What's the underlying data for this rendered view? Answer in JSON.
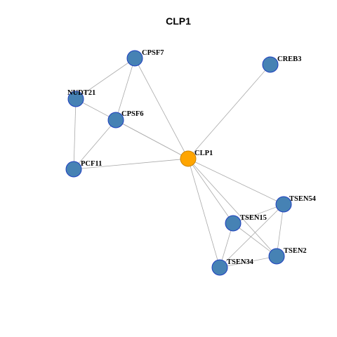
{
  "title": "CLP1",
  "colors": {
    "hub_fill": "#FFA500",
    "hub_stroke": "#CC8400",
    "node_fill": "#4682B4",
    "node_stroke": "#1E3FBF",
    "edge": "#A9A9A9"
  },
  "nodes": [
    {
      "id": "CLP1",
      "label": "CLP1",
      "hub": true
    },
    {
      "id": "CPSF7",
      "label": "CPSF7"
    },
    {
      "id": "CREB3",
      "label": "CREB3"
    },
    {
      "id": "NUDT21",
      "label": "NUDT21"
    },
    {
      "id": "CPSF6",
      "label": "CPSF6"
    },
    {
      "id": "PCF11",
      "label": "PCF11"
    },
    {
      "id": "TSEN54",
      "label": "TSEN54"
    },
    {
      "id": "TSEN15",
      "label": "TSEN15"
    },
    {
      "id": "TSEN2",
      "label": "TSEN2"
    },
    {
      "id": "TSEN34",
      "label": "TSEN34"
    }
  ],
  "edges": [
    [
      "CLP1",
      "CPSF7"
    ],
    [
      "CLP1",
      "CREB3"
    ],
    [
      "CLP1",
      "NUDT21"
    ],
    [
      "CLP1",
      "CPSF6"
    ],
    [
      "CLP1",
      "PCF11"
    ],
    [
      "CLP1",
      "TSEN54"
    ],
    [
      "CLP1",
      "TSEN15"
    ],
    [
      "CLP1",
      "TSEN2"
    ],
    [
      "CLP1",
      "TSEN34"
    ],
    [
      "CPSF7",
      "NUDT21"
    ],
    [
      "CPSF7",
      "CPSF6"
    ],
    [
      "NUDT21",
      "PCF11"
    ],
    [
      "CPSF6",
      "PCF11"
    ],
    [
      "TSEN54",
      "TSEN15"
    ],
    [
      "TSEN54",
      "TSEN2"
    ],
    [
      "TSEN54",
      "TSEN34"
    ],
    [
      "TSEN15",
      "TSEN2"
    ],
    [
      "TSEN15",
      "TSEN34"
    ],
    [
      "TSEN2",
      "TSEN34"
    ]
  ]
}
